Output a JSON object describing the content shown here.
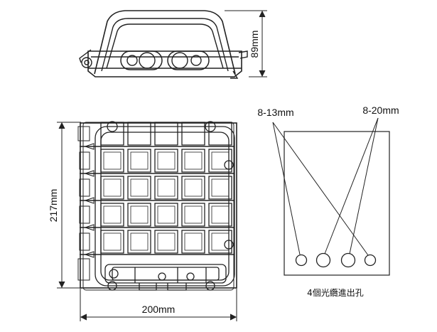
{
  "dimensions": {
    "height_label": "89mm",
    "length_label": "217mm",
    "width_label": "200mm"
  },
  "ports_diagram": {
    "small_port_label": "8-13mm",
    "large_port_label": "8-20mm",
    "caption": "4個光纜進出孔"
  }
}
